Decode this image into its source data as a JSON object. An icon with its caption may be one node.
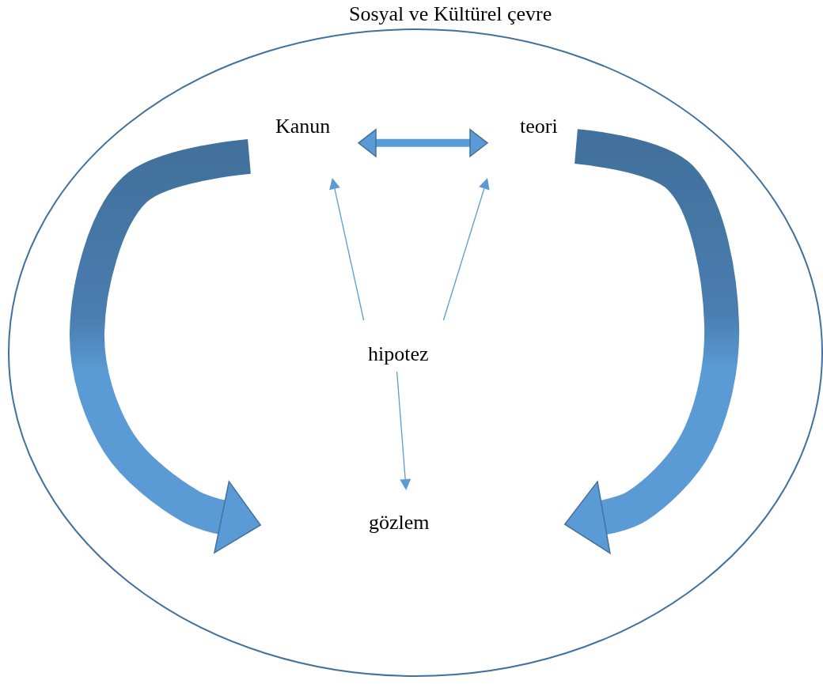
{
  "diagram": {
    "nodes": [
      {
        "text": [
          "Sosyal ve Kültürel çevre"
        ]
      },
      {
        "text": [
          "Kanun"
        ],
        "in": 0
      },
      {
        "text": [
          "teori"
        ],
        "in": 0
      },
      {
        "text": [
          "hipotez"
        ],
        "in": 0
      },
      {
        "text": [
          "gözlem"
        ],
        "in": 0
      }
    ],
    "edges": [
      {
        "from": 1,
        "to": 2,
        "arrow": "both",
        "style": "thick"
      },
      {
        "from": 3,
        "to": 1,
        "arrow": "to"
      },
      {
        "from": 3,
        "to": 2,
        "arrow": "to"
      },
      {
        "from": 3,
        "to": 4,
        "arrow": "to"
      },
      {
        "from": 1,
        "to": 4,
        "arrow": "to",
        "style": "thick"
      },
      {
        "from": 2,
        "to": 4,
        "arrow": "to",
        "style": "thick"
      }
    ]
  }
}
